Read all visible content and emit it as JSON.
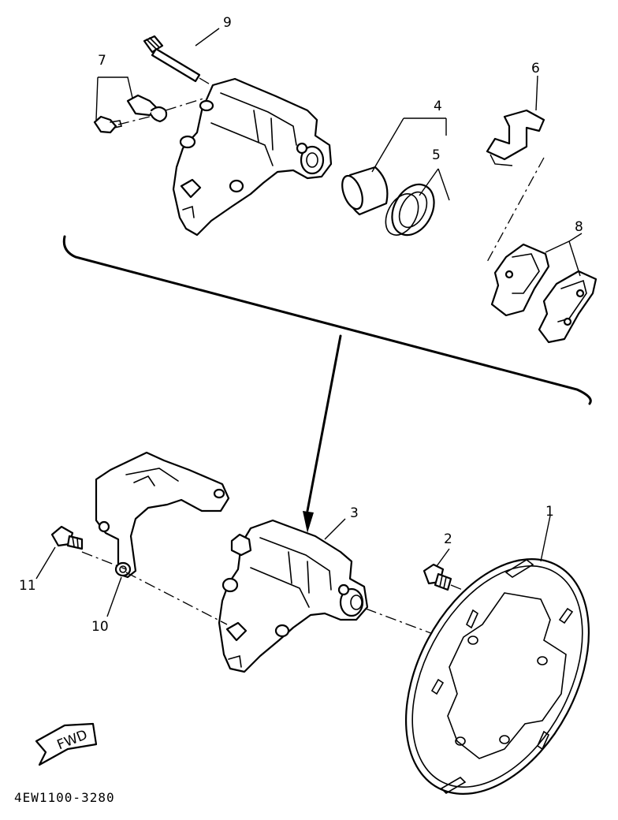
{
  "diagram": {
    "drawing_code": "4EW1100-3280",
    "forward_marker": "FWD",
    "callouts": [
      "1",
      "2",
      "3",
      "4",
      "5",
      "6",
      "7",
      "8",
      "9",
      "10",
      "11"
    ]
  }
}
